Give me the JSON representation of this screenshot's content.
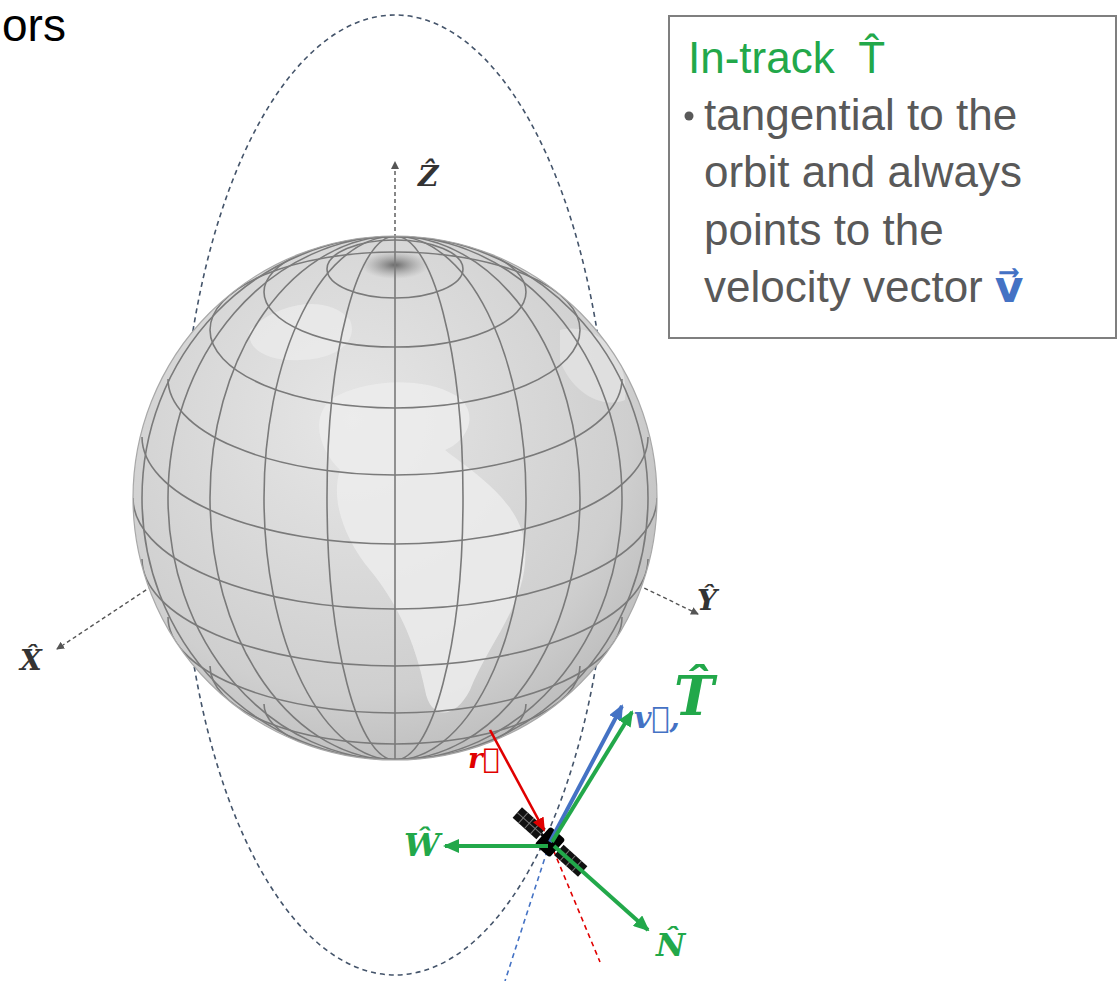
{
  "diagram": {
    "title": "ors",
    "nodes": [
      {
        "text": [
          "In-track  T̂",
          "tangential to the orbit and always points to the velocity vector",
          "v⃗"
        ]
      }
    ],
    "labels": [
      "Ẑ",
      "X̂",
      "Ŷ",
      "v⃗,",
      "T̂",
      "r⃗",
      "Ŵ",
      "N̂"
    ]
  }
}
